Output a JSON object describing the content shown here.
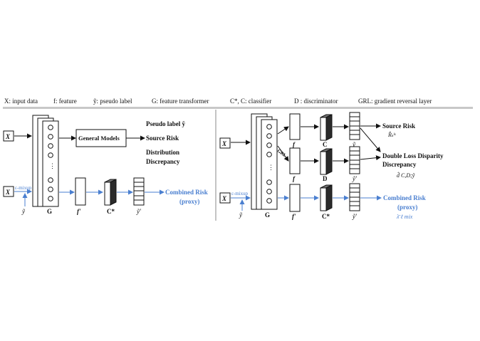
{
  "legend": {
    "x": "X: input data",
    "f": "f: feature",
    "y": "ỹ: pseudo label",
    "G": "G: feature transformer",
    "C": "C*, C: classifier",
    "D": "D : discriminator",
    "GRL": "GRL: gradient reversal layer"
  },
  "left": {
    "input_top": "X",
    "input_bottom": "X",
    "general_models": "General Models",
    "pseudo_label": "Pseudo label ỹ",
    "source_risk": "Source Risk",
    "distribution": "Distribution",
    "discrepancy": "Discrepancy",
    "emixup": "ε-mixup",
    "ybar": "ỹ",
    "G": "G",
    "f": "f'",
    "C": "C*",
    "y": "ỹ'",
    "combined": "Combined Risk",
    "proxy": "(proxy)"
  },
  "right": {
    "input_top": "X",
    "input_bottom": "X",
    "emixup": "ε-mixup",
    "ybar": "ỹ",
    "G": "G",
    "f_top": "f",
    "f_mid": "f",
    "f_bot": "f'",
    "C_top": "C",
    "D": "D",
    "C_bot": "C*",
    "y_top": "ỹ",
    "y_mid": "ỹ'",
    "y_bot": "ỹ'",
    "GRL": "GRL",
    "source_risk": "Source Risk",
    "source_risk_sym": "R̂ₛˡˢ",
    "double": "Double Loss Disparity",
    "discrepancy": "Discrepancy",
    "disc_sym": "d̂ C,D;ỹ",
    "combined": "Combined Risk",
    "proxy": "(proxy)",
    "lambda": "λ̄ ℓ mix"
  },
  "colors": {
    "accent": "#4a7fd0",
    "ink": "#111111",
    "rule": "#c8c8c8",
    "stack_fill": "#ffffff",
    "cube_fill": "#2b2b2b"
  }
}
